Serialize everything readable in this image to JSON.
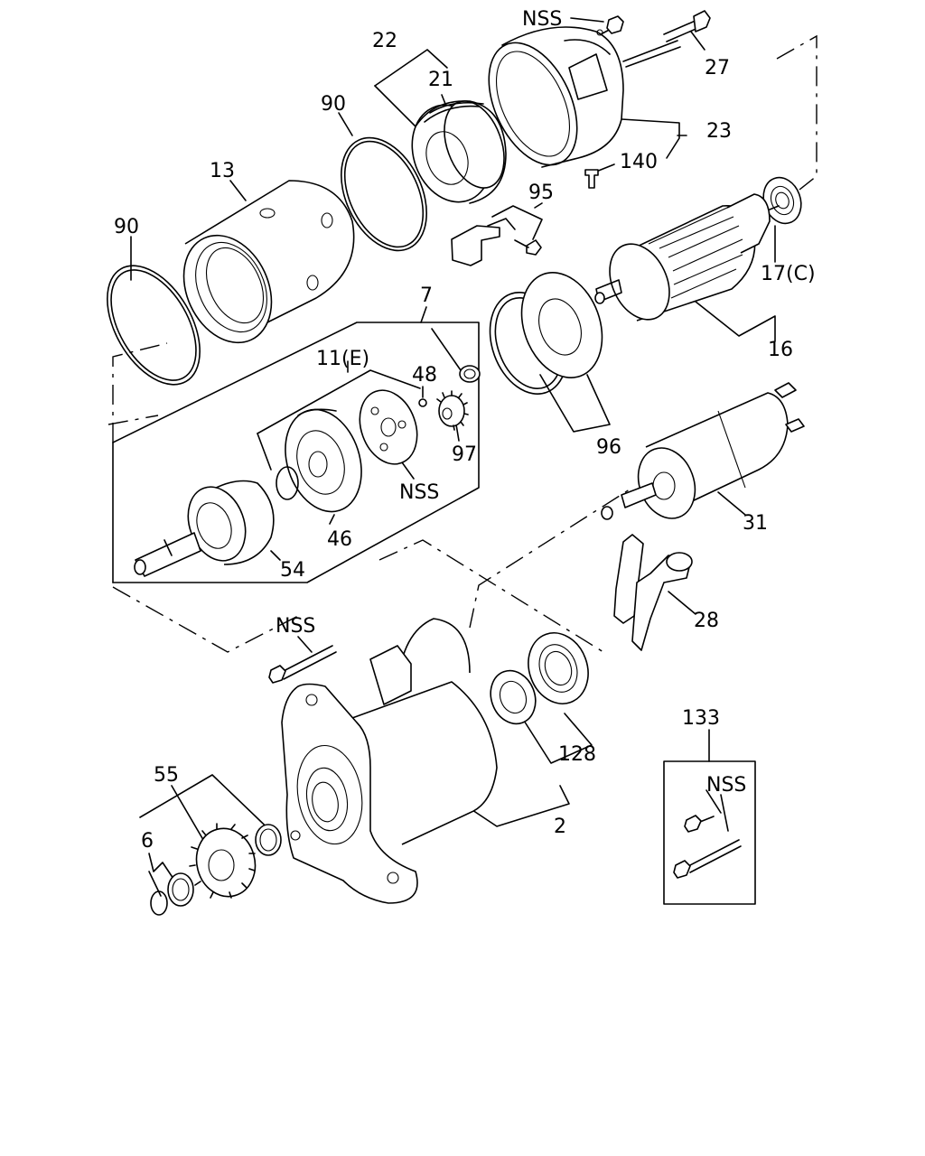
{
  "labels": {
    "nss_top": "NSS",
    "p27": "27",
    "p22": "22",
    "p21": "21",
    "p90_upper": "90",
    "p23": "23",
    "p140": "140",
    "p13": "13",
    "p95": "95",
    "p90_lower": "90",
    "p17c": "17(C)",
    "p7": "7",
    "p16": "16",
    "p11e": "11(E)",
    "p48": "48",
    "p97": "97",
    "nss_mid": "NSS",
    "p96": "96",
    "p46": "46",
    "p54": "54",
    "p31": "31",
    "p28": "28",
    "nss_bolt": "NSS",
    "p133": "133",
    "nss_box": "NSS",
    "p128": "128",
    "p55": "55",
    "p6": "6",
    "p2": "2"
  }
}
